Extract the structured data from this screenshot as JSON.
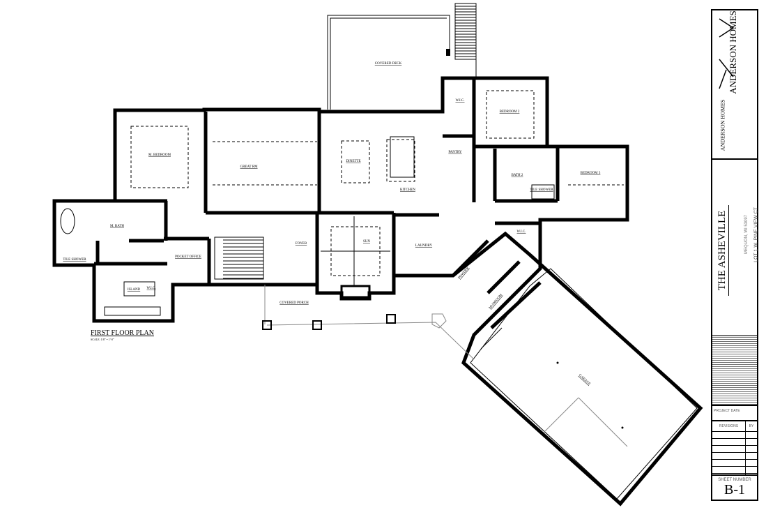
{
  "plan": {
    "title": "FIRST FLOOR PLAN",
    "scale_note": "SCALE: 1/8\" = 1'-0\"",
    "rooms": {
      "covered_deck": "COVERED DECK",
      "m_bedroom": "M. BEDROOM",
      "great_rm": "GREAT RM",
      "dinette": "DINETTE",
      "kitchen": "KITCHEN",
      "pantry": "PANTRY",
      "wic_bed2": "W.I.C.",
      "bedroom_2": "BEDROOM 2",
      "bath_2": "BATH 2",
      "bedroom_3": "BEDROOM 3",
      "wic_bed3": "W.I.C.",
      "m_bath": "M. BATH",
      "tile_shower": "TILE SHOWER",
      "wic_master": "W.I.C.",
      "island": "ISLAND",
      "pocket_office": "POCKET OFFICE",
      "foyer": "FOYER",
      "sun": "SUN",
      "laundry": "LAUNDRY",
      "powder": "POWDER",
      "mudroom": "MUDROOM",
      "covered_porch": "COVERED PORCH",
      "garage": "GARAGE",
      "tile_shower_bath2": "TILE SHOWER"
    }
  },
  "title_block": {
    "logo_text": "ANDERSON HOMES",
    "company": "ANDERSON HOMES",
    "project_name": "THE ASHEVILLE",
    "lot_line": "LOT 1 W. PINE VIEW CT",
    "city_line": "MEQUON, WI 53097",
    "project_date_label": "PROJECT DATE",
    "revisions_label": "REVISIONS",
    "by_label": "BY",
    "sheet_number_label": "SHEET NUMBER",
    "sheet_number": "B-1"
  }
}
